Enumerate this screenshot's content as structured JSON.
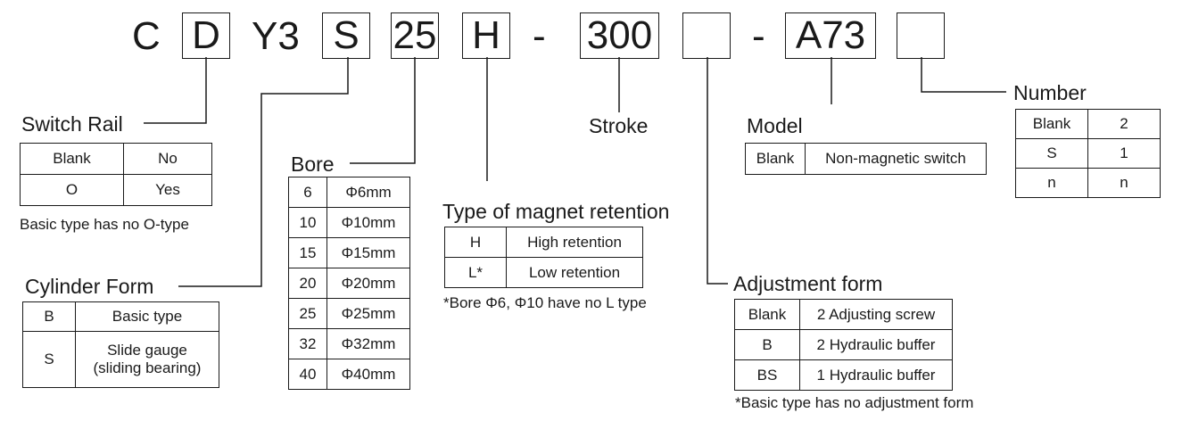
{
  "code": {
    "c": "C",
    "d": "D",
    "y3": "Y3",
    "s": "S",
    "bore": "25",
    "h": "H",
    "dash1": "-",
    "stroke": "300",
    "blank1": "",
    "dash2": "-",
    "model": "A73",
    "blank2": ""
  },
  "switch_rail": {
    "title": "Switch Rail",
    "rows": [
      [
        "Blank",
        "No"
      ],
      [
        "O",
        "Yes"
      ]
    ],
    "note": "Basic type has no O-type"
  },
  "cylinder_form": {
    "title": "Cylinder Form",
    "rows": [
      [
        "B",
        "Basic type"
      ],
      [
        "S",
        "Slide gauge",
        "(sliding bearing)"
      ]
    ]
  },
  "bore": {
    "title": "Bore",
    "rows": [
      [
        "6",
        "Φ6mm"
      ],
      [
        "10",
        "Φ10mm"
      ],
      [
        "15",
        "Φ15mm"
      ],
      [
        "20",
        "Φ20mm"
      ],
      [
        "25",
        "Φ25mm"
      ],
      [
        "32",
        "Φ32mm"
      ],
      [
        "40",
        "Φ40mm"
      ]
    ]
  },
  "magnet": {
    "title": "Type of magnet retention",
    "rows": [
      [
        "H",
        "High retention"
      ],
      [
        "L*",
        "Low retention"
      ]
    ],
    "note": "*Bore Φ6, Φ10 have no L type"
  },
  "stroke": {
    "title": "Stroke"
  },
  "model": {
    "title": "Model",
    "rows": [
      [
        "Blank",
        "Non-magnetic switch"
      ]
    ]
  },
  "adjustment": {
    "title": "Adjustment form",
    "rows": [
      [
        "Blank",
        "2 Adjusting screw"
      ],
      [
        "B",
        "2 Hydraulic buffer"
      ],
      [
        "BS",
        "1 Hydraulic buffer"
      ]
    ],
    "note": "*Basic type has no adjustment form"
  },
  "number": {
    "title": "Number",
    "rows": [
      [
        "Blank",
        "2"
      ],
      [
        "S",
        "1"
      ],
      [
        "n",
        "n"
      ]
    ]
  }
}
